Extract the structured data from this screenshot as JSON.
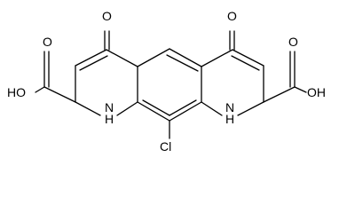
{
  "structure": {
    "atoms": {
      "o_ketone_left": "O",
      "o_ketone_right": "O",
      "n_left": "N",
      "h_left": "H",
      "n_right": "N",
      "h_right": "H",
      "cl": "Cl",
      "oh_left": "HO",
      "o_acid_left": "O",
      "oh_right": "OH",
      "o_acid_right": "O"
    },
    "colors": {
      "bond": "#000000",
      "label": "#000000",
      "background": "#ffffff"
    }
  }
}
